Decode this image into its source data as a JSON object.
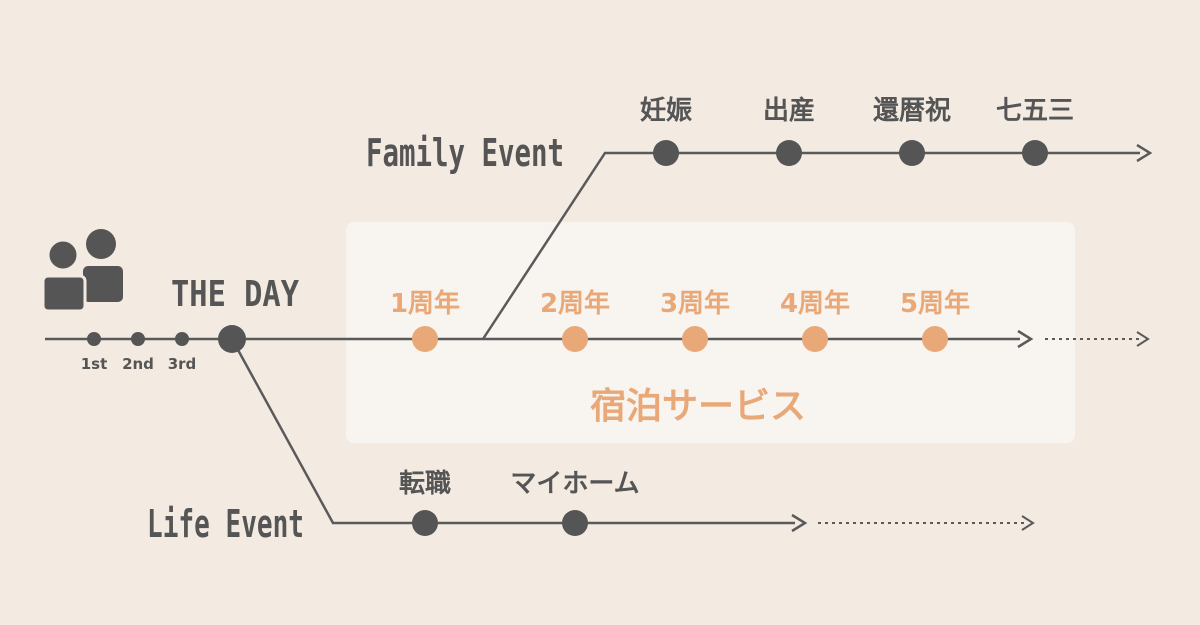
{
  "colors": {
    "background": "#f3ebe2",
    "line": "#5a5a5a",
    "dot_dark": "#555555",
    "accent": "#e8a877",
    "panel": "#f8f4ef"
  },
  "icon": "two-people-icon",
  "the_day": {
    "label": "THE DAY"
  },
  "main_line": {
    "milestones": [
      "1st",
      "2nd",
      "3rd"
    ],
    "anniversaries": [
      "1周年",
      "2周年",
      "3周年",
      "4周年",
      "5周年"
    ],
    "service_label": "宿泊サービス"
  },
  "family": {
    "heading": "Family Event",
    "events": [
      "妊娠",
      "出産",
      "還暦祝",
      "七五三"
    ]
  },
  "life": {
    "heading": "Life Event",
    "events": [
      "転職",
      "マイホーム"
    ]
  }
}
